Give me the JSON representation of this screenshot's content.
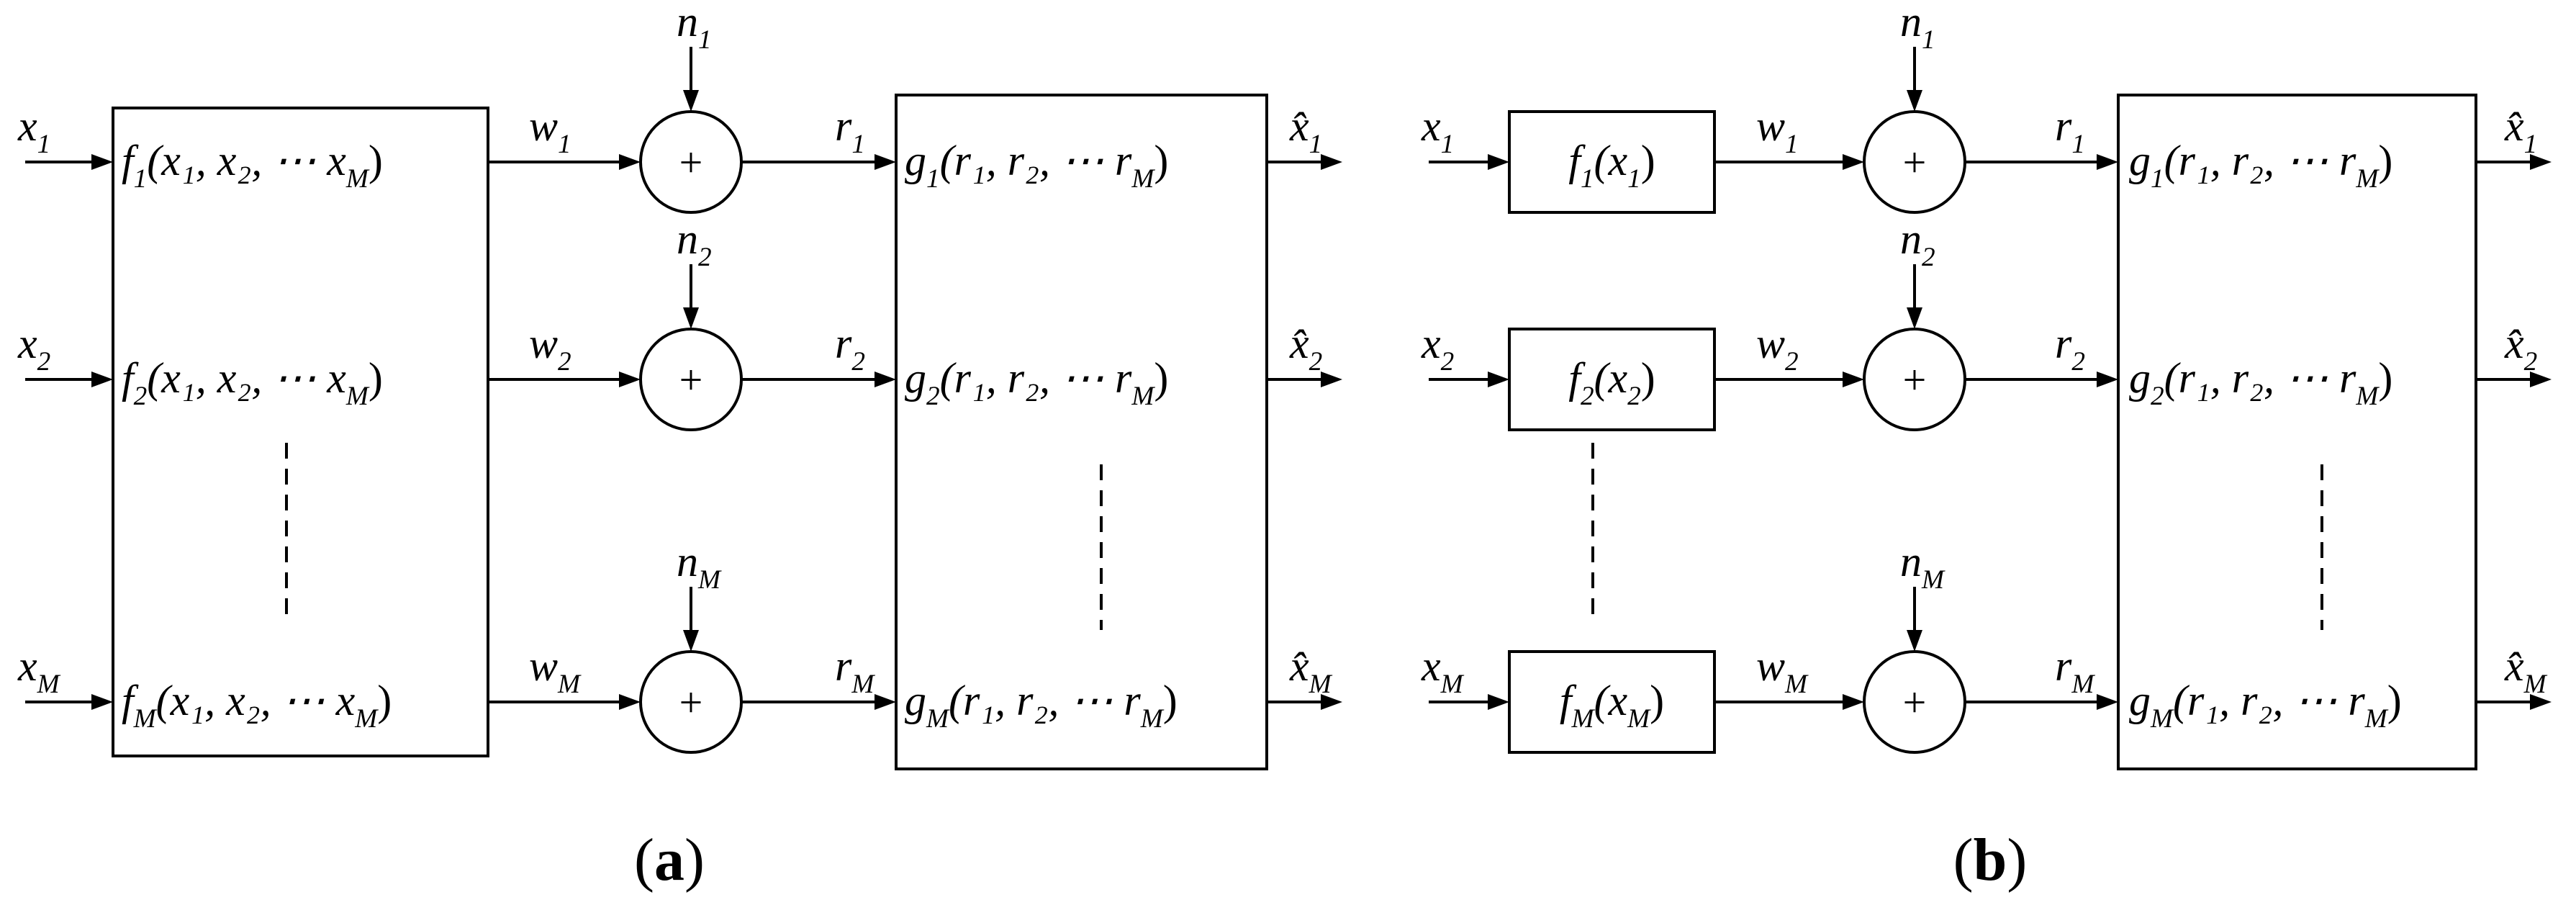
{
  "panel_a": {
    "caption_open": "(",
    "caption_letter": "a",
    "caption_close": ")",
    "inputs": [
      {
        "base": "x",
        "sub": "1"
      },
      {
        "base": "x",
        "sub": "2"
      },
      {
        "base": "x",
        "sub": "M"
      }
    ],
    "encoder": [
      {
        "fn": "f",
        "sub": "1",
        "args": "(x₁, x₂, ⋯ x"
      },
      {
        "fn": "f",
        "sub": "2",
        "args": "(x₁, x₂, ⋯ x"
      },
      {
        "fn": "f",
        "sub": "M",
        "args": "(x₁, x₂, ⋯ x"
      }
    ],
    "channel": [
      {
        "base": "w",
        "sub": "1"
      },
      {
        "base": "w",
        "sub": "2"
      },
      {
        "base": "w",
        "sub": "M"
      }
    ],
    "noise": [
      {
        "base": "n",
        "sub": "1"
      },
      {
        "base": "n",
        "sub": "2"
      },
      {
        "base": "n",
        "sub": "M"
      }
    ],
    "adder_symbol": "+",
    "received": [
      {
        "base": "r",
        "sub": "1"
      },
      {
        "base": "r",
        "sub": "2"
      },
      {
        "base": "r",
        "sub": "M"
      }
    ],
    "decoder": [
      {
        "fn": "g",
        "sub": "1",
        "args": "(r₁, r₂, ⋯ r"
      },
      {
        "fn": "g",
        "sub": "2",
        "args": "(r₁, r₂, ⋯ r"
      },
      {
        "fn": "g",
        "sub": "M",
        "args": "(r₁, r₂, ⋯ r"
      }
    ],
    "outputs": [
      {
        "base": "x̂",
        "sub": "1"
      },
      {
        "base": "x̂",
        "sub": "2"
      },
      {
        "base": "x̂",
        "sub": "M"
      }
    ]
  },
  "panel_b": {
    "caption_open": "(",
    "caption_letter": "b",
    "caption_close": ")",
    "inputs": [
      {
        "base": "x",
        "sub": "1"
      },
      {
        "base": "x",
        "sub": "2"
      },
      {
        "base": "x",
        "sub": "M"
      }
    ],
    "encoder": [
      {
        "fn": "f",
        "sub": "1",
        "args": "(x",
        "argsub": "1"
      },
      {
        "fn": "f",
        "sub": "2",
        "args": "(x",
        "argsub": "2"
      },
      {
        "fn": "f",
        "sub": "M",
        "args": "(x",
        "argsub": "M"
      }
    ],
    "channel": [
      {
        "base": "w",
        "sub": "1"
      },
      {
        "base": "w",
        "sub": "2"
      },
      {
        "base": "w",
        "sub": "M"
      }
    ],
    "noise": [
      {
        "base": "n",
        "sub": "1"
      },
      {
        "base": "n",
        "sub": "2"
      },
      {
        "base": "n",
        "sub": "M"
      }
    ],
    "adder_symbol": "+",
    "received": [
      {
        "base": "r",
        "sub": "1"
      },
      {
        "base": "r",
        "sub": "2"
      },
      {
        "base": "r",
        "sub": "M"
      }
    ],
    "decoder": [
      {
        "fn": "g",
        "sub": "1",
        "args": "(r₁, r₂, ⋯ r"
      },
      {
        "fn": "g",
        "sub": "2",
        "args": "(r₁, r₂, ⋯ r"
      },
      {
        "fn": "g",
        "sub": "M",
        "args": "(r₁, r₂, ⋯ r"
      }
    ],
    "outputs": [
      {
        "base": "x̂",
        "sub": "1"
      },
      {
        "base": "x̂",
        "sub": "2"
      },
      {
        "base": "x̂",
        "sub": "M"
      }
    ]
  },
  "common": {
    "last_sub": "M",
    "close_paren": ")"
  }
}
